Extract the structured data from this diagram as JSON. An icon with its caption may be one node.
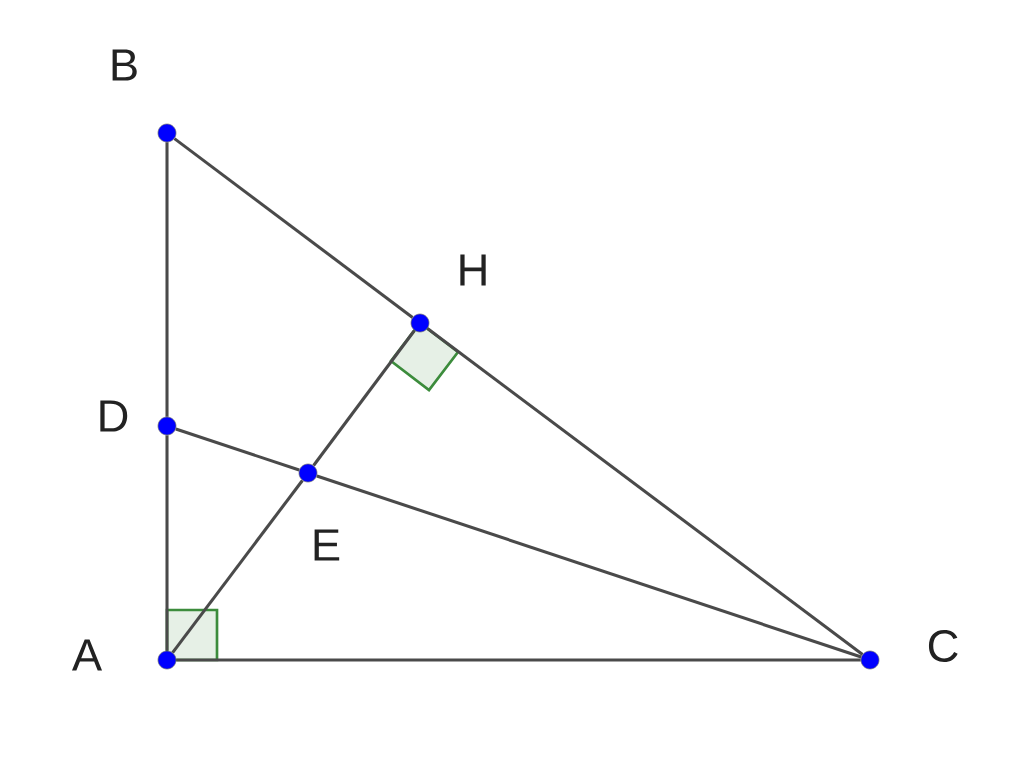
{
  "diagram": {
    "nodes": [
      {
        "text": [
          "B"
        ]
      },
      {
        "text": [
          "H"
        ]
      },
      {
        "text": [
          "D"
        ]
      },
      {
        "text": [
          "E"
        ]
      },
      {
        "text": [
          "A"
        ]
      },
      {
        "text": [
          "C"
        ]
      }
    ],
    "edges": [
      {
        "from": 0,
        "to": 2,
        "arrow": "none"
      },
      {
        "from": 2,
        "to": 4,
        "arrow": "none"
      },
      {
        "from": 0,
        "to": 1,
        "arrow": "none"
      },
      {
        "from": 1,
        "to": 5,
        "arrow": "none"
      },
      {
        "from": 4,
        "to": 5,
        "arrow": "none"
      },
      {
        "from": 4,
        "to": 3,
        "arrow": "none"
      },
      {
        "from": 3,
        "to": 1,
        "arrow": "none"
      },
      {
        "from": 2,
        "to": 3,
        "arrow": "none"
      },
      {
        "from": 3,
        "to": 5,
        "arrow": "none"
      }
    ]
  }
}
